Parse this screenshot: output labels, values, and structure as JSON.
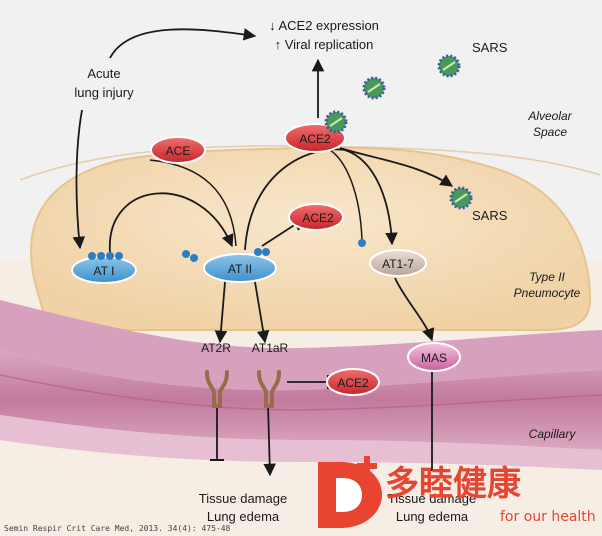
{
  "effects": {
    "line1": "↓ ACE2 expression",
    "line2": "↑ Viral replication"
  },
  "regions": {
    "alveolar_line1": "Alveolar",
    "alveolar_line2": "Space",
    "pneumocyte_line1": "Type II",
    "pneumocyte_line2": "Pneumocyte",
    "capillary": "Capillary"
  },
  "nodes": {
    "ali_line1": "Acute",
    "ali_line2": "lung injury",
    "ace": "ACE",
    "ace2_membrane": "ACE2",
    "ace2_soluble": "ACE2",
    "at1": "AT I",
    "at2": "AT II",
    "at17": "AT1-7",
    "mas": "MAS",
    "ace2_capillary": "ACE2",
    "at2r": "AT2R",
    "at1ar": "AT1aR",
    "sars_top": "SARS",
    "sars_mid": "SARS"
  },
  "outcomes": {
    "left_line1": "Tissue damage",
    "left_line2": "Lung edema",
    "right_line1": "Tissue damage",
    "right_line2": "Lung edema"
  },
  "citation": "Semin Respir Crit Care Med, 2013. 34(4): 475-48",
  "brand": {
    "name": "多睦健康",
    "tagline": "for our health"
  },
  "colors": {
    "ace_red": "#d8323a",
    "angiotensin_blue": "#3d8fcb",
    "mas_pink": "#c9629d",
    "brand_red": "#e8442f"
  }
}
